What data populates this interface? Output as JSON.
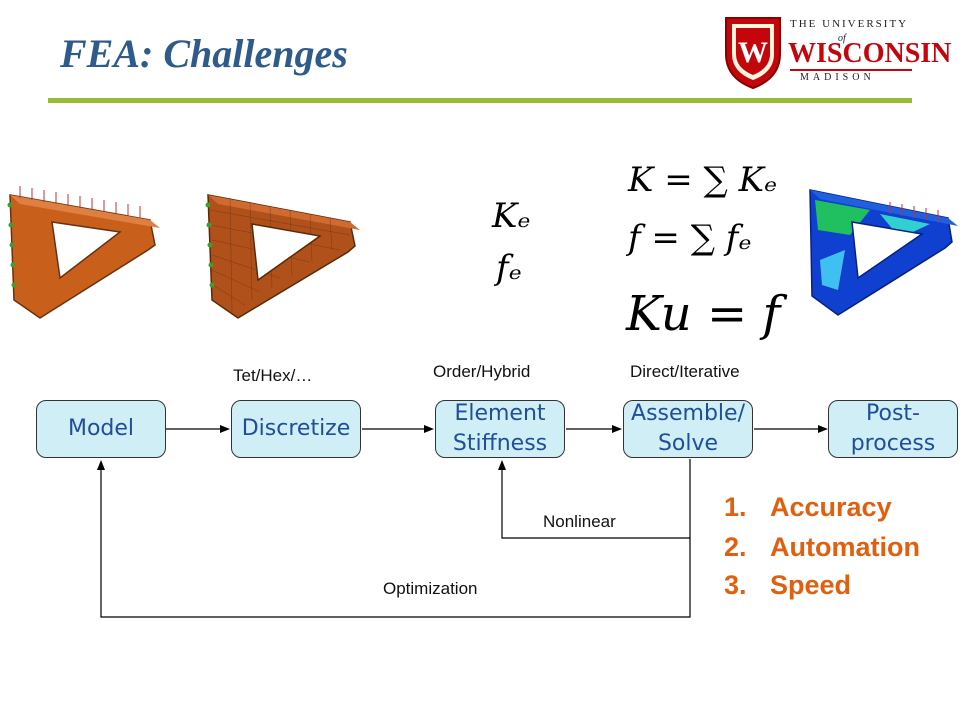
{
  "title": "FEA: Challenges",
  "logo": {
    "line1": "THE UNIVERSITY",
    "of": "of",
    "name": "WISCONSIN",
    "line3": "MADISON",
    "shield_letter": "W"
  },
  "equations": {
    "ke": "Kₑ",
    "fe": "fₑ",
    "K_sum": "K = ∑ Kₑ",
    "f_sum": "f = ∑ fₑ",
    "kuf": "Ku = f"
  },
  "steps": [
    {
      "label": "Model"
    },
    {
      "label": "Discretize"
    },
    {
      "label": "Element\nStiffness"
    },
    {
      "label": "Assemble/\nSolve"
    },
    {
      "label": "Post-\nprocess"
    }
  ],
  "annotations": {
    "discretize": "Tet/Hex/…",
    "element": "Order/Hybrid",
    "assemble": "Direct/Iterative",
    "nonlinear": "Nonlinear",
    "optimization": "Optimization"
  },
  "goals": [
    {
      "num": "1.",
      "text": "Accuracy"
    },
    {
      "num": "2.",
      "text": "Automation"
    },
    {
      "num": "3.",
      "text": "Speed"
    }
  ],
  "colors": {
    "title": "#2e5b8a",
    "rule": "#99bb33",
    "box_fill": "#cfeef5",
    "box_text": "#1f4e9a",
    "goal": "#e06010",
    "part": "#d2691e",
    "brand_red": "#c5050c"
  }
}
